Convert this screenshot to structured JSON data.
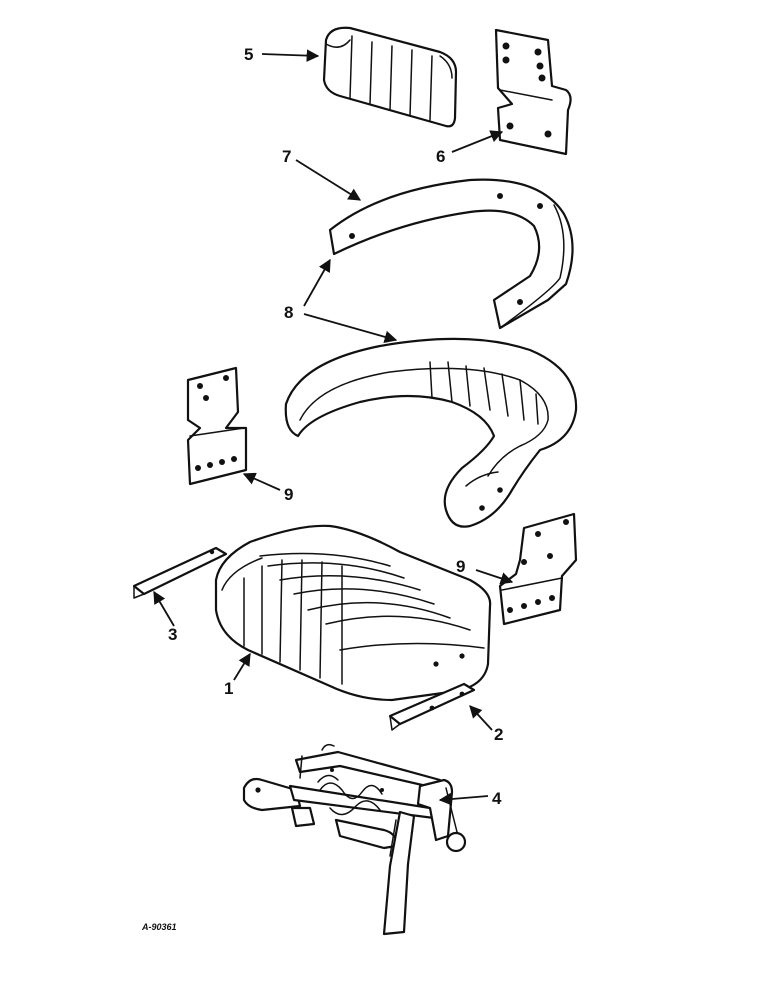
{
  "callouts": {
    "c1": "1",
    "c2": "2",
    "c3": "3",
    "c4": "4",
    "c5": "5",
    "c6": "6",
    "c7": "7",
    "c8": "8",
    "c9a": "9",
    "c9b": "9"
  },
  "drawing_code": "A-90361",
  "colors": {
    "ink": "#111111",
    "paper": "#ffffff"
  }
}
